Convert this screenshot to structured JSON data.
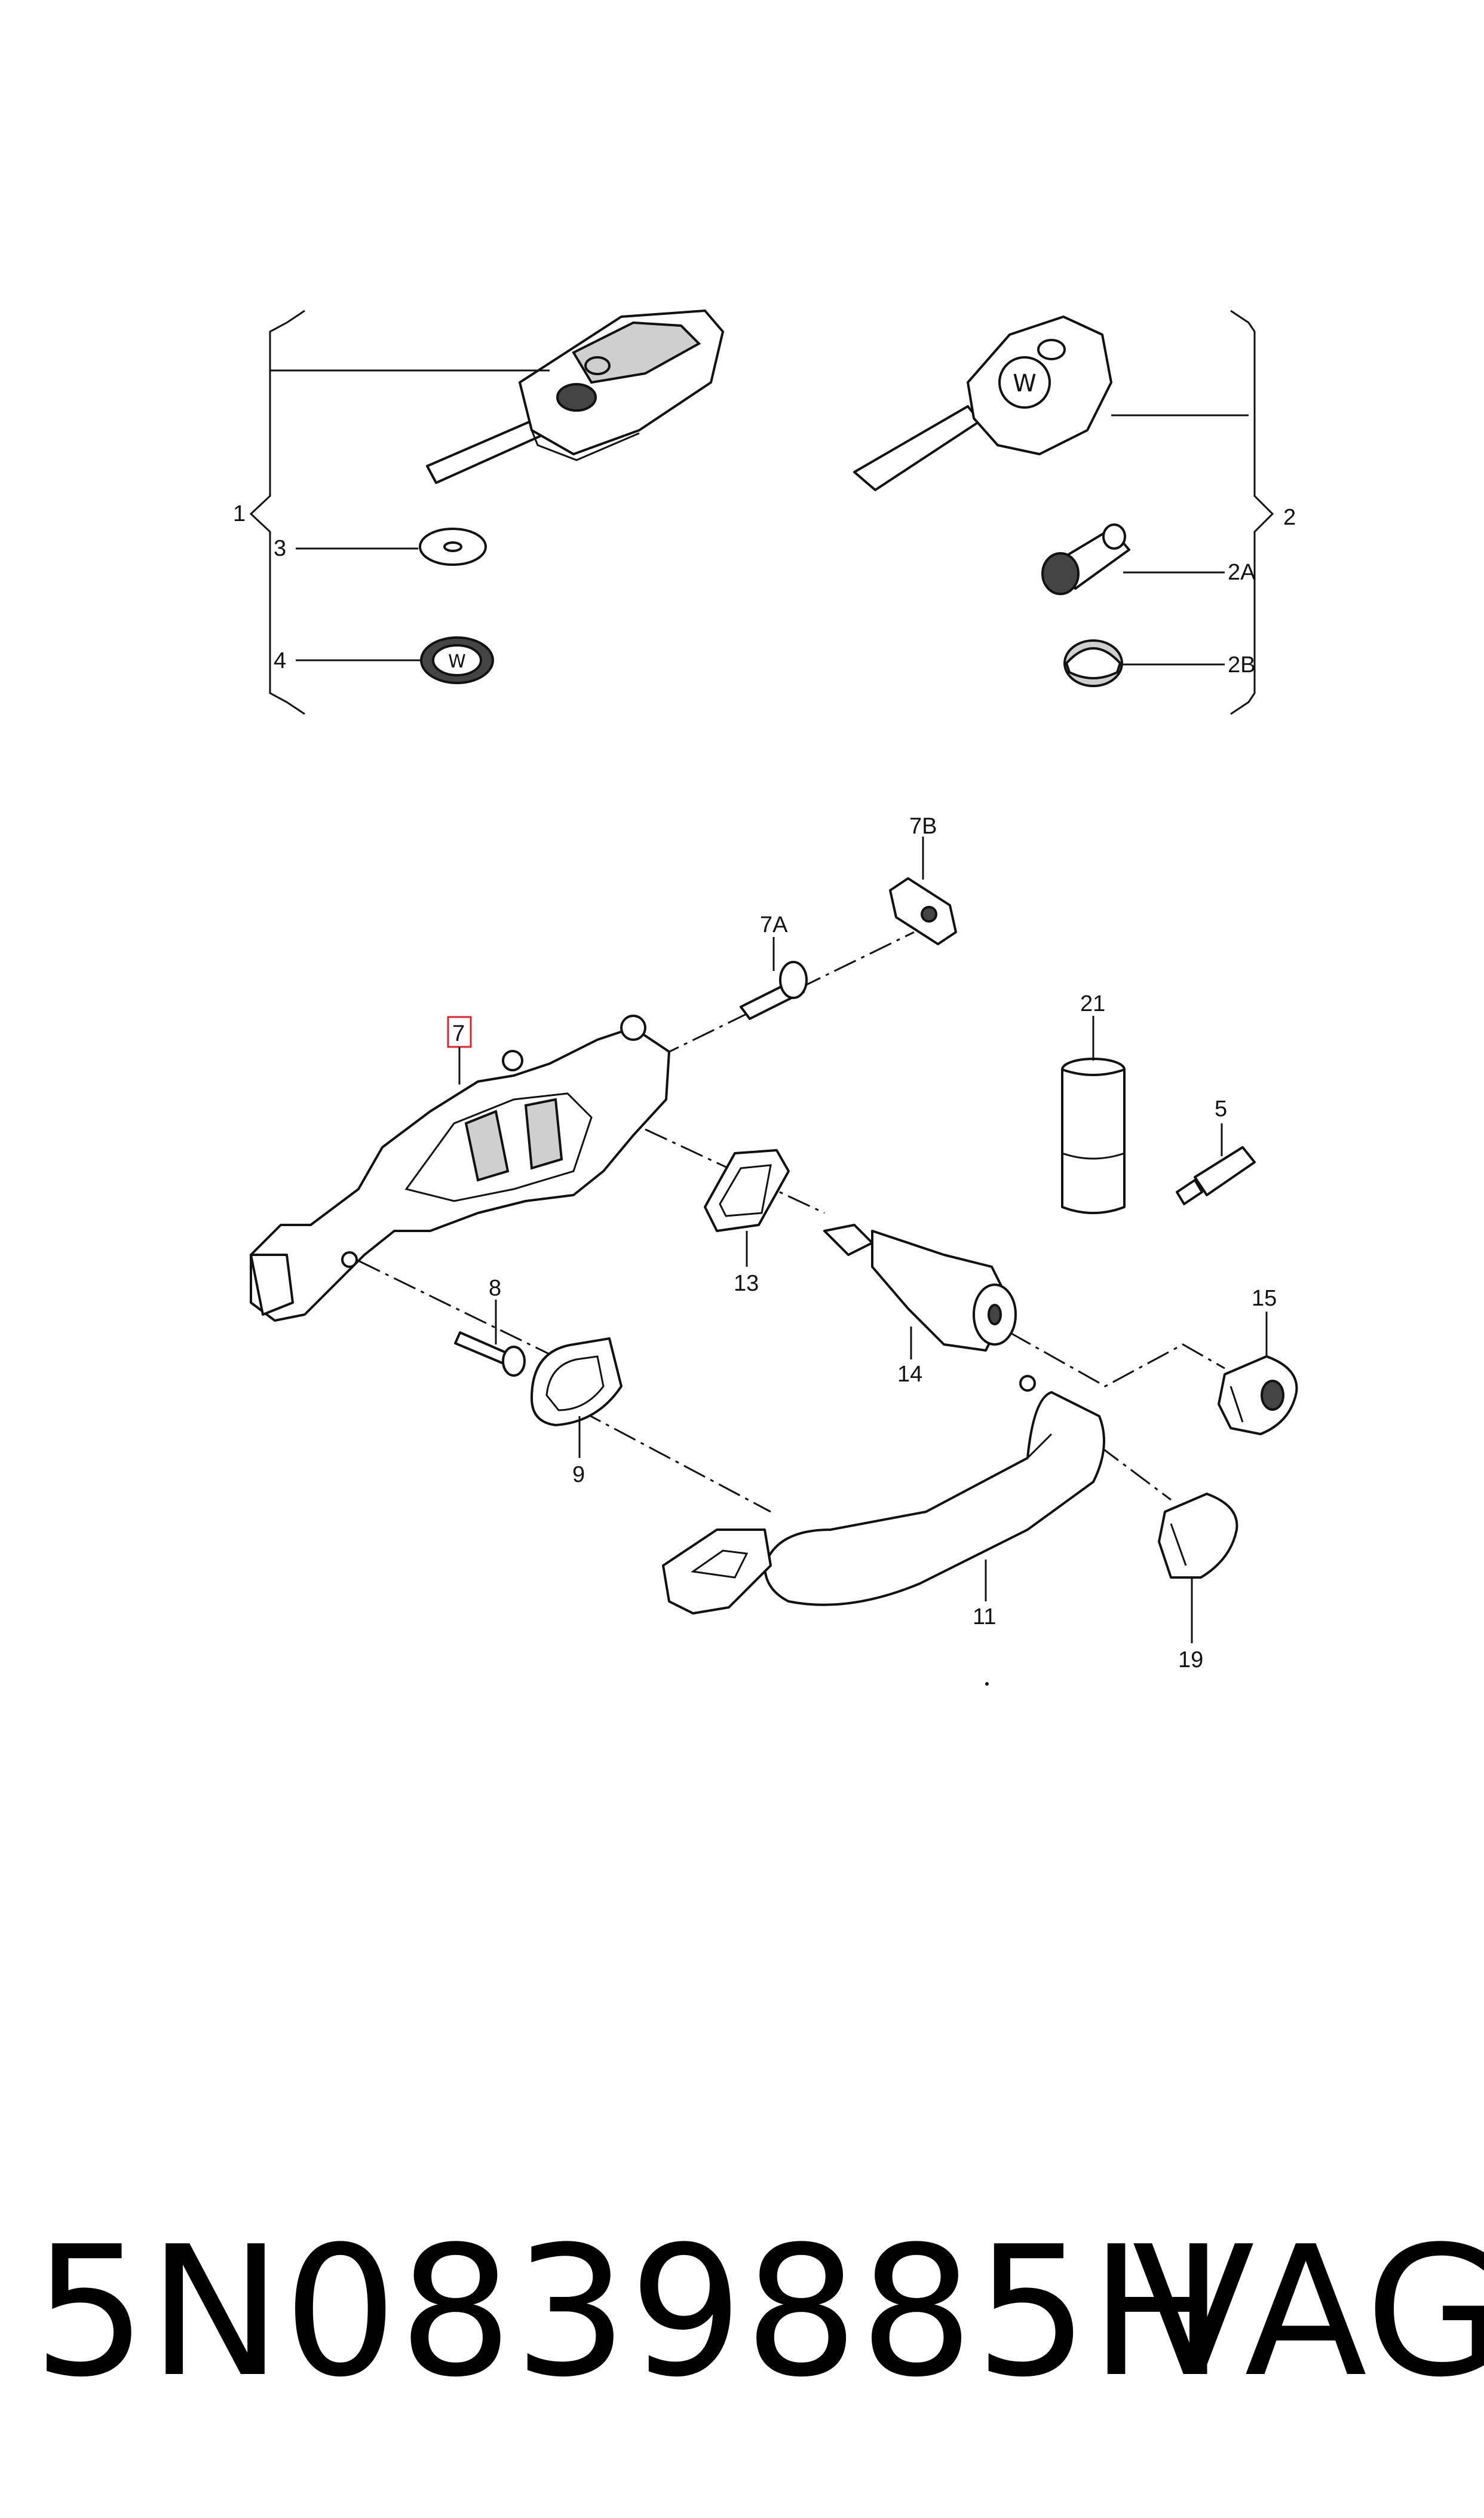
{
  "callouts": {
    "c1": "1",
    "c2": "2",
    "c2A": "2A",
    "c2B": "2B",
    "c3": "3",
    "c4": "4",
    "c5": "5",
    "c7": "7",
    "c7A": "7A",
    "c7B": "7B",
    "c8": "8",
    "c9": "9",
    "c11": "11",
    "c13": "13",
    "c14": "14",
    "c15": "15",
    "c19": "19",
    "c21": "21"
  },
  "highlight_color": "#d9232d",
  "footer": {
    "part_number": "5N0839885H",
    "brand": "VAG"
  }
}
